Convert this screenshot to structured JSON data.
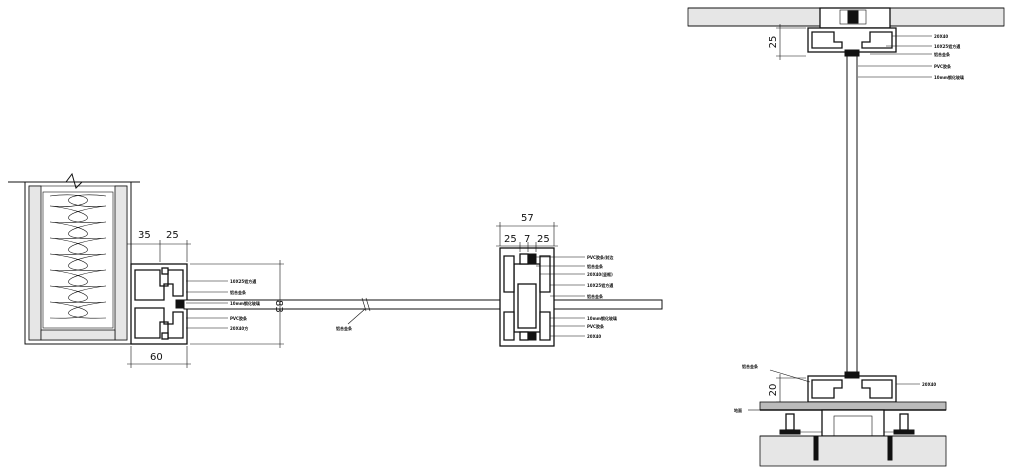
{
  "plan_section": {
    "dims": {
      "wall_profile_depth_a": "35",
      "wall_profile_depth_b": "25",
      "wall_profile_width": "60",
      "height": "83",
      "mid_total": "57",
      "mid_left": "25",
      "mid_gap": "7",
      "mid_right": "25"
    },
    "left_notes": [
      "10X25铝方通",
      "铝合金条",
      "10mm钢化玻璃",
      "PVC胶条",
      "20X40方"
    ],
    "bottom_note": "铝合金条",
    "mid_notes_top": [
      "PVC胶条/封边",
      "铝合金条",
      "20X40(竖框)",
      "10X25铝方通",
      "铝合金条"
    ],
    "mid_notes_bottom": [
      "10mm钢化玻璃",
      "PVC胶条",
      "20X40"
    ]
  },
  "vertical_section": {
    "dims": {
      "top_profile": "25",
      "bottom_profile": "20"
    },
    "top_notes": [
      "20X40",
      "10X25铝方通",
      "铝合金条",
      "PVC胶条",
      "10mm钢化玻璃"
    ],
    "bottom_left_note": "铝合金条",
    "bottom_right_note": "20X40",
    "floor_note": "地面"
  }
}
